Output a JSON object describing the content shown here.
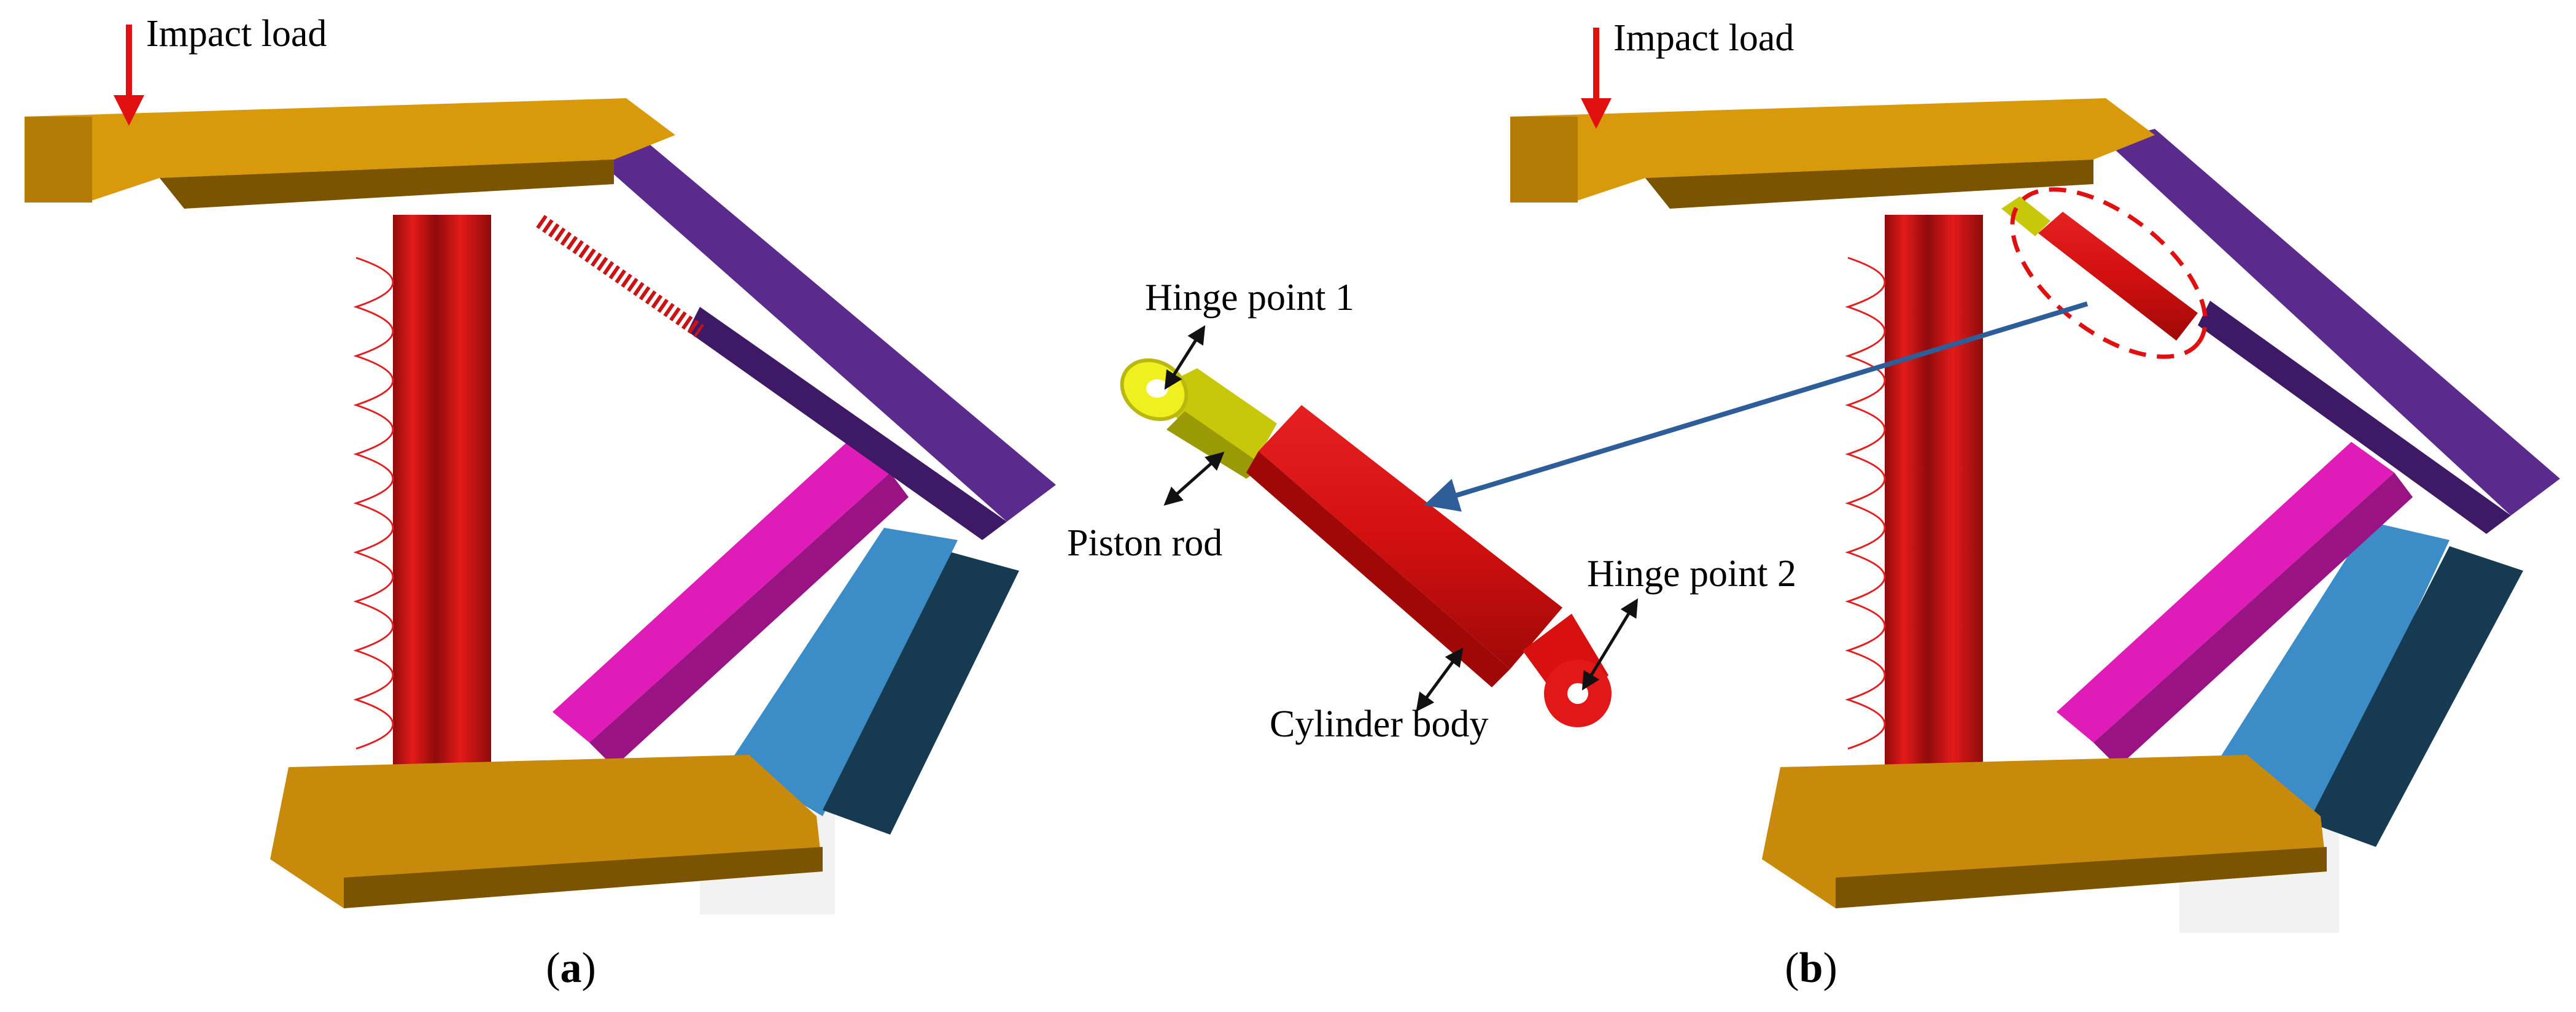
{
  "labels": {
    "impact_load_a": "Impact load",
    "impact_load_b": "Impact load",
    "hinge_point_1": "Hinge point 1",
    "hinge_point_2": "Hinge point 2",
    "piston_rod": "Piston rod",
    "cylinder_body": "Cylinder body"
  },
  "captions": {
    "a_open": "(",
    "a_letter": "a",
    "a_close": ")",
    "b_open": "(",
    "b_letter": "b",
    "b_close": ")"
  },
  "colors": {
    "canopy": "#D89A0A",
    "canopy_shade": "#7A5400",
    "base": "#C88A0A",
    "base_shade": "#7A5400",
    "leg": "#D41414",
    "leg_shade": "#8F0B0B",
    "spring": "#E02020",
    "link_purple": "#5A2A8C",
    "link_purple_shade": "#3E1A66",
    "link_magenta": "#E01CB8",
    "link_magenta_shade": "#9A1383",
    "link_blue": "#3C8CC8",
    "shield_dark": "#163A52",
    "cyl_red": "#D81010",
    "cyl_red_dark": "#A00808",
    "piston_yellow": "#D8D80A",
    "eye_yellow": "#F0F020",
    "impact_arrow": "#E01010",
    "callout_arrow": "#2E5E9A",
    "callout_ellipse": "#E01010",
    "pointer": "#111111"
  },
  "icons": {
    "impact_arrow": "arrow-down-icon",
    "callout_arrow": "arrow-icon",
    "pointer": "double-arrow-icon"
  }
}
